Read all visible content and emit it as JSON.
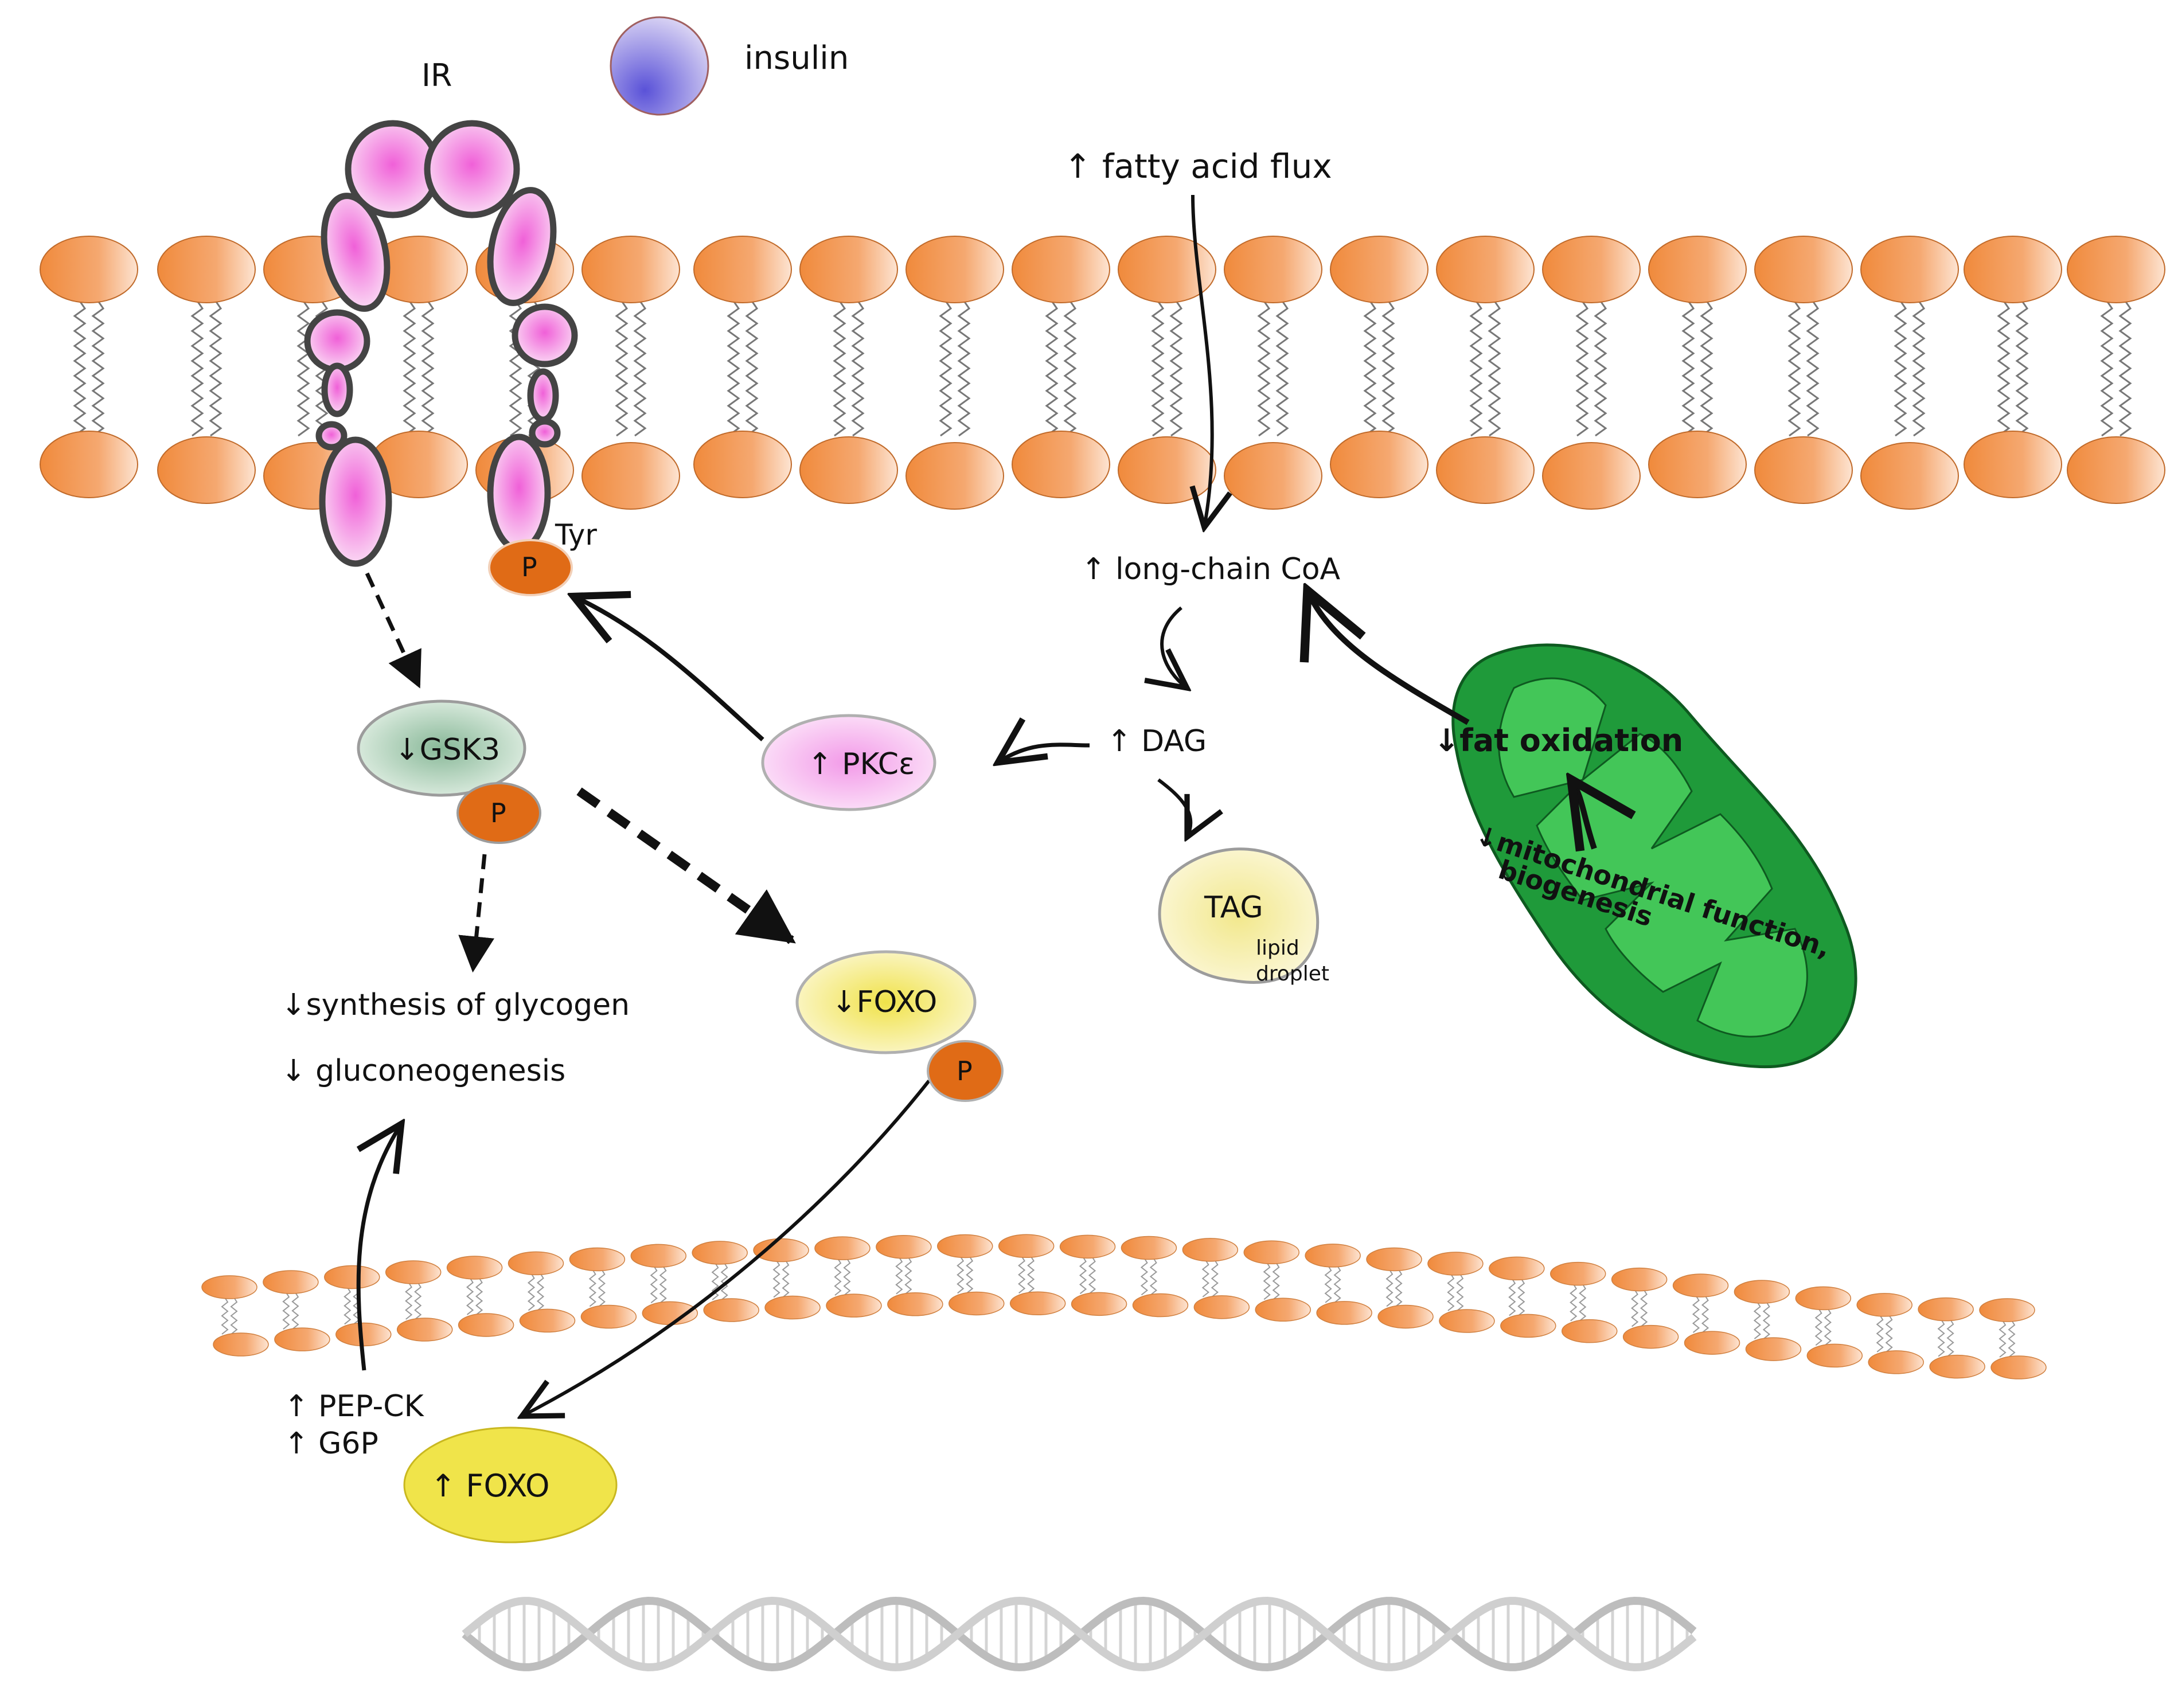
{
  "labels": {
    "ir": "IR",
    "insulin": "insulin",
    "fatty_acid_flux": "↑  fatty acid flux",
    "long_chain_coa": "↑  long-chain CoA",
    "tyr": "Tyr",
    "p": "P",
    "gsk3": "↓GSK3",
    "pkc": "↑ PKCε",
    "dag": "↑ DAG",
    "tag": "TAG",
    "lipid": "lipid",
    "droplet": "droplet",
    "fat_oxidation": "↓fat oxidation",
    "mito_function": "↓mitochondrial function,",
    "biogenesis": "biogenesis",
    "synthesis_glycogen": "↓synthesis of glycogen",
    "gluconeogenesis": "↓ gluconeogenesis",
    "foxo_p": "↓FOXO",
    "pepck": "↑ PEP-CK",
    "g6p": "↑ G6P",
    "foxo_nuc": "↑  FOXO"
  },
  "colors": {
    "lipid_head": "#f08a3c",
    "receptor": "#f0a8e6",
    "phospho": "#e06b16",
    "gsk3": "#9fc8a8",
    "pkc": "#f2a8ee",
    "foxo": "#f2e86a",
    "tag": "#f4ec9c",
    "mitochondrion": "#1f9a3a",
    "mito_inner": "#43c658",
    "dna": "#c8c8c8"
  }
}
